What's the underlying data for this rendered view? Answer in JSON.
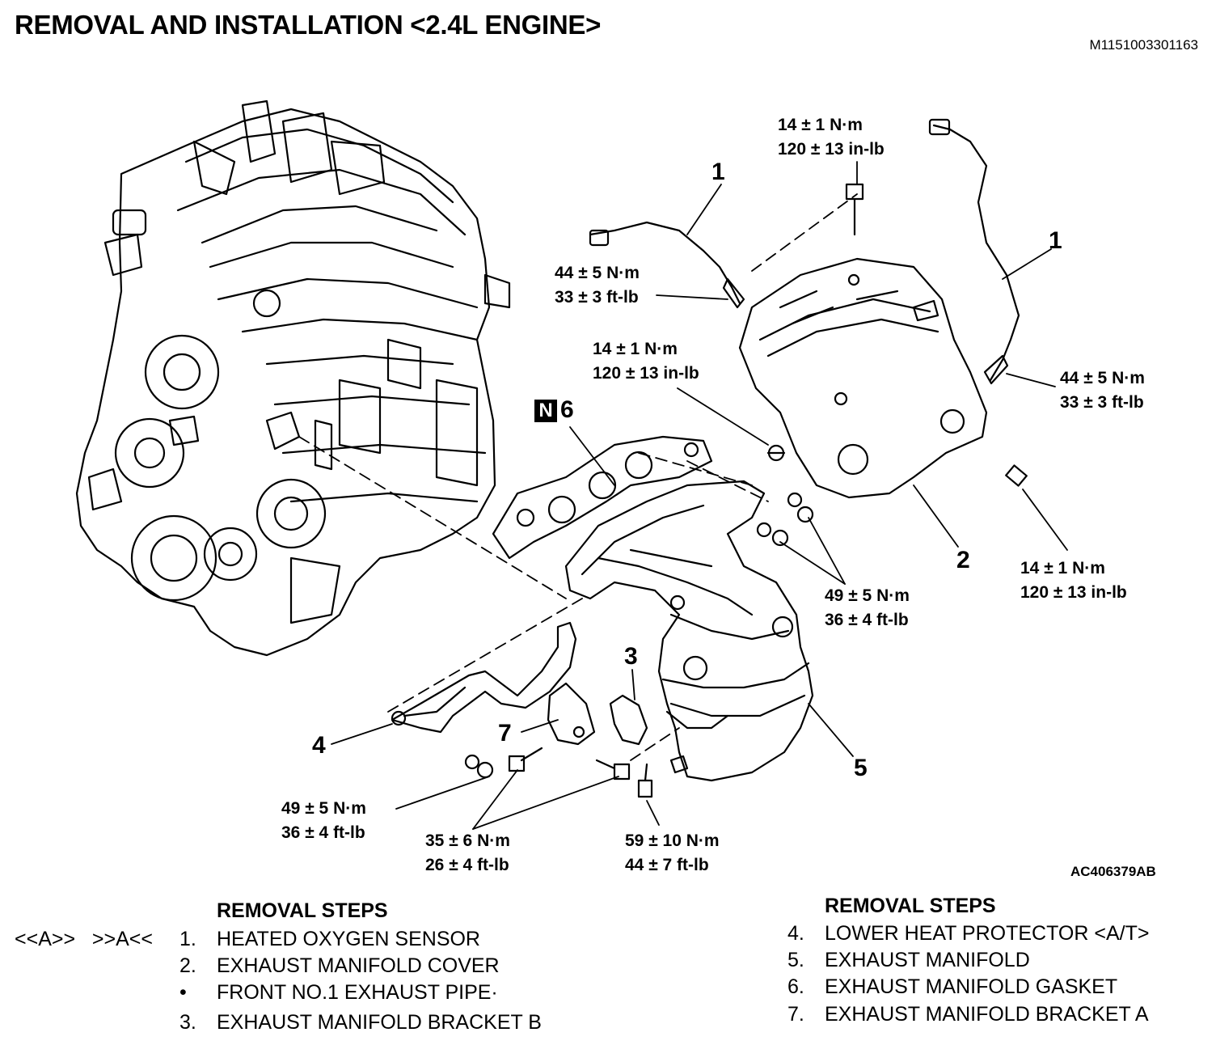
{
  "title": "REMOVAL AND INSTALLATION <2.4L ENGINE>",
  "doc_code": "M1151003301163",
  "figure_code": "AC406379AB",
  "callouts": {
    "c1a": "1",
    "c1b": "1",
    "c2": "2",
    "c3": "3",
    "c4": "4",
    "c5": "5",
    "c6": "6",
    "c7": "7",
    "n_mark": "N"
  },
  "torques": {
    "t_top": [
      "14 ± 1 N·m",
      "120 ± 13 in-lb"
    ],
    "t_sensor_left": [
      "44 ± 5 N·m",
      "33 ± 3 ft-lb"
    ],
    "t_cover_bolt": [
      "14 ± 1 N·m",
      "120 ± 13 in-lb"
    ],
    "t_sensor_right": [
      "44 ± 5 N·m",
      "33 ± 3 ft-lb"
    ],
    "t_cover_right": [
      "14 ± 1 N·m",
      "120 ± 13 in-lb"
    ],
    "t_manifold_nuts": [
      "49 ± 5 N·m",
      "36 ± 4 ft-lb"
    ],
    "t_lower_nuts": [
      "49 ± 5 N·m",
      "36 ± 4 ft-lb"
    ],
    "t_bracket_bolts": [
      "35 ± 6 N·m",
      "26 ± 4 ft-lb"
    ],
    "t_bracket_bolt2": [
      "59 ± 10 N·m",
      "44 ± 7 ft-lb"
    ]
  },
  "steps_left": {
    "title": "REMOVAL STEPS",
    "marks": "<<A>>   >>A<<",
    "items": [
      {
        "num": "1.",
        "label": "HEATED OXYGEN SENSOR"
      },
      {
        "num": "2.",
        "label": "EXHAUST MANIFOLD COVER"
      },
      {
        "num": "•",
        "label": "FRONT NO.1 EXHAUST PIPE·"
      },
      {
        "num": "3.",
        "label": "EXHAUST MANIFOLD BRACKET B"
      }
    ]
  },
  "steps_right": {
    "title": "REMOVAL STEPS",
    "items": [
      {
        "num": "4.",
        "label": "LOWER HEAT PROTECTOR <A/T>"
      },
      {
        "num": "5.",
        "label": "EXHAUST MANIFOLD"
      },
      {
        "num": "6.",
        "label": "EXHAUST MANIFOLD GASKET"
      },
      {
        "num": "7.",
        "label": "EXHAUST MANIFOLD BRACKET A"
      }
    ]
  }
}
